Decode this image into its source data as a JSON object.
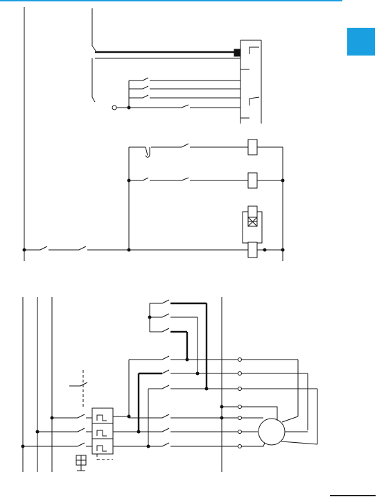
{
  "theme": {
    "accent": "#1a9fe0",
    "line": "#111111"
  },
  "icons": {
    "diagram": "electrical-schematic",
    "motor": "motor-symbol",
    "coil": "relay-coil-symbol",
    "switch": "contact-switch-symbol",
    "ground": "ground-symbol"
  }
}
